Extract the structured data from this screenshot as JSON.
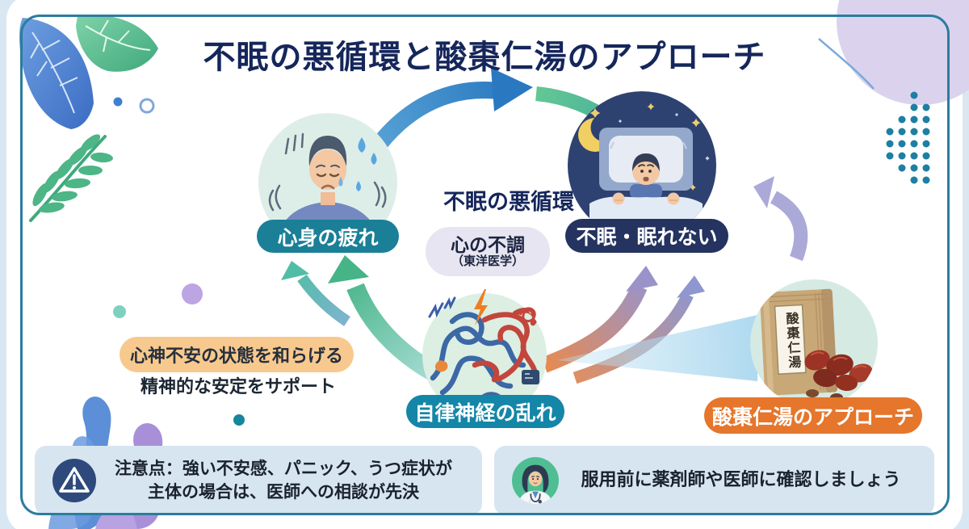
{
  "title": "不眠の悪循環と酸棗仁湯のアプローチ",
  "cycle": {
    "label": "不眠の悪循環",
    "center_condition": {
      "line1": "心の不調",
      "line2": "（東洋医学）"
    },
    "nodes": {
      "fatigue": "心身の疲れ",
      "insomnia": "不眠・眠れない",
      "autonomic": "自律神経の乱れ"
    }
  },
  "remedy": {
    "effect_badge": "心神不安の状態を和らげる",
    "effect_sub": "精神的な安定をサポート",
    "approach_badge": "酸棗仁湯のアプローチ",
    "package_label": "酸棗仁湯"
  },
  "notes": {
    "caution_line1": "注意点：強い不安感、パニック、うつ症状が",
    "caution_line2": "主体の場合は、医師への相談が先決",
    "consult": "服用前に薬剤師や医師に確認しましょう"
  },
  "icons": {
    "caution": "warning-triangle-icon",
    "consult": "doctor-avatar",
    "night": "crescent-moon-icon"
  },
  "colors": {
    "frame_border": "#2b7d9e",
    "title_navy": "#15265b",
    "teal_pill": "#1a7f97",
    "navy_pill": "#24335f",
    "teal_blue_pill": "#1486a8",
    "light_orange": "#f8c98e",
    "orange": "#e5762c",
    "note_bg": "#d7e5f1",
    "page_bg": "#d9e7f3"
  }
}
